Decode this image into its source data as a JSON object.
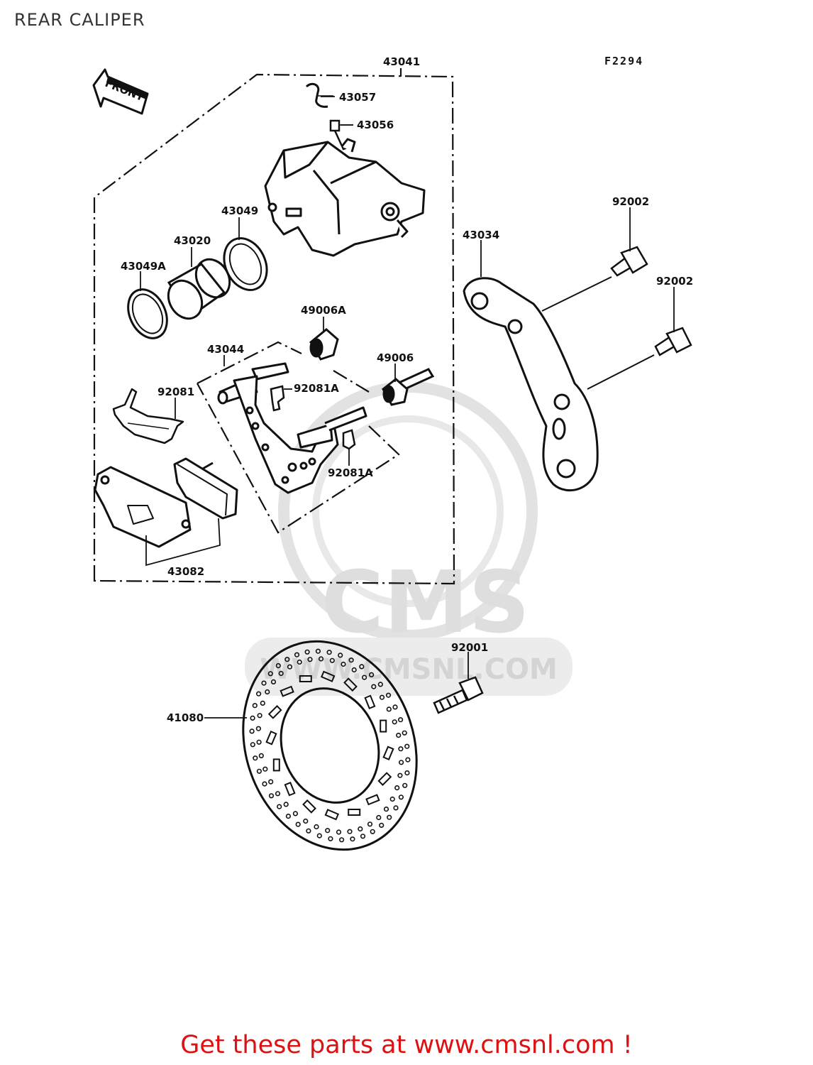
{
  "title": "REAR CALIPER",
  "figure_code": "F2294",
  "front_label": "FRONT",
  "watermark": {
    "logo": "CMS",
    "url": "WWW.CMSNL.COM"
  },
  "parts": {
    "caliper_assy": "43041",
    "cap": "43057",
    "bleed_valve": "43056",
    "seal_dust": "43049",
    "piston": "43020",
    "seal_piston": "43049A",
    "bracket": "43044",
    "boot_a": "49006A",
    "boot": "49006",
    "spring": "92081",
    "spring_a_top": "92081A",
    "spring_a_bottom": "92081A",
    "pads": "43082",
    "torque_link": "43034",
    "bolt_top": "92002",
    "bolt_lower": "92002",
    "disc_bolt": "92001",
    "disc": "41080"
  },
  "footer": "Get these parts at www.cmsnl.com !",
  "colors": {
    "ink": "#111111",
    "footer": "#dd1111",
    "watermark": "#d9d9d9"
  }
}
